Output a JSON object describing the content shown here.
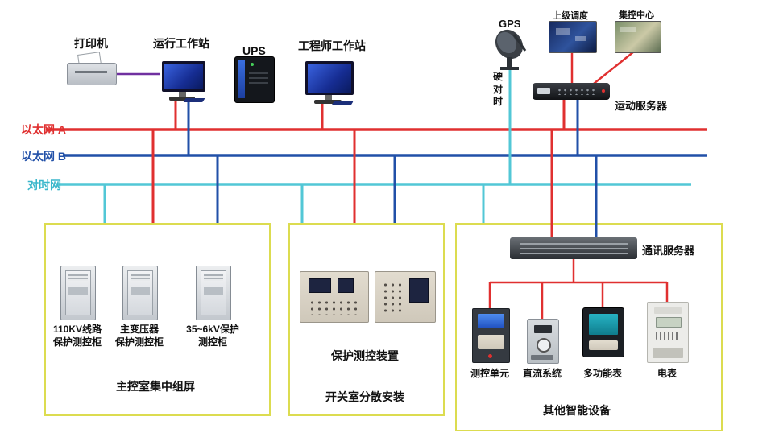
{
  "colors": {
    "bus_ethernet_a": "#e03030",
    "bus_ethernet_b": "#2150a8",
    "bus_time": "#52c7d6",
    "printer_link": "#7030a0",
    "device_link_red": "#e03030",
    "box_border": "#dcdc50"
  },
  "buses": {
    "ethernet_a": "以太网 A",
    "ethernet_b": "以太网 B",
    "time_net": "对时网"
  },
  "top": {
    "printer": "打印机",
    "operator_ws": "运行工作站",
    "ups": "UPS",
    "engineer_ws": "工程师工作站",
    "gps": "GPS",
    "dispatch": "上级调度",
    "control_center": "集控中心",
    "motion_server": "运动服务器",
    "hard_time_sync": "硬对时"
  },
  "left_box": {
    "cabinets": [
      {
        "line1": "110KV线路",
        "line2": "保护测控柜"
      },
      {
        "line1": "主变压器",
        "line2": "保护测控柜"
      },
      {
        "line1": "35~6kV保护",
        "line2": "测控柜"
      }
    ],
    "caption": "主控室集中组屏"
  },
  "middle_box": {
    "device_label": "保护测控装置",
    "caption": "开关室分散安装"
  },
  "right_box": {
    "server_label": "通讯服务器",
    "devices": [
      "测控单元",
      "直流系统",
      "多功能表",
      "电表"
    ],
    "caption": "其他智能设备"
  }
}
